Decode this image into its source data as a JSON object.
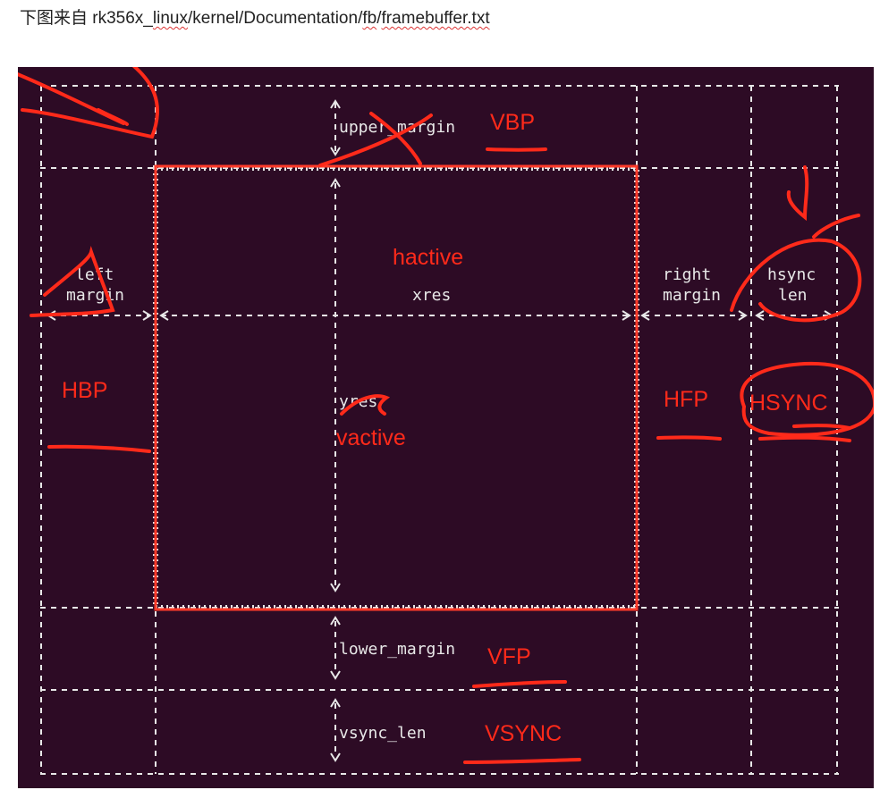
{
  "caption": {
    "prefix": "下图来自 ",
    "parts": [
      "rk356x_",
      "linux",
      "/kernel/Documentation/",
      "fb",
      "/",
      "framebuffer.txt"
    ]
  },
  "diagram": {
    "labels": {
      "upper_margin": "upper_margin",
      "left_1": "left",
      "left_2": "margin",
      "xres": "xres",
      "yres": "yres",
      "right_1": "right",
      "right_2": "margin",
      "hsync_1": "hsync",
      "hsync_2": "len",
      "lower_margin": "lower_margin",
      "vsync_len": "vsync_len"
    },
    "annotations": {
      "vbp": "VBP",
      "hactive": "hactive",
      "vactive": "vactive",
      "hbp": "HBP",
      "hfp": "HFP",
      "hsync": "HSYNC",
      "vfp": "VFP",
      "vsync": "VSYNC"
    },
    "colors": {
      "background": "#2d0b25",
      "text": "#e8e8e8",
      "annotation": "#ff2a1a"
    }
  }
}
